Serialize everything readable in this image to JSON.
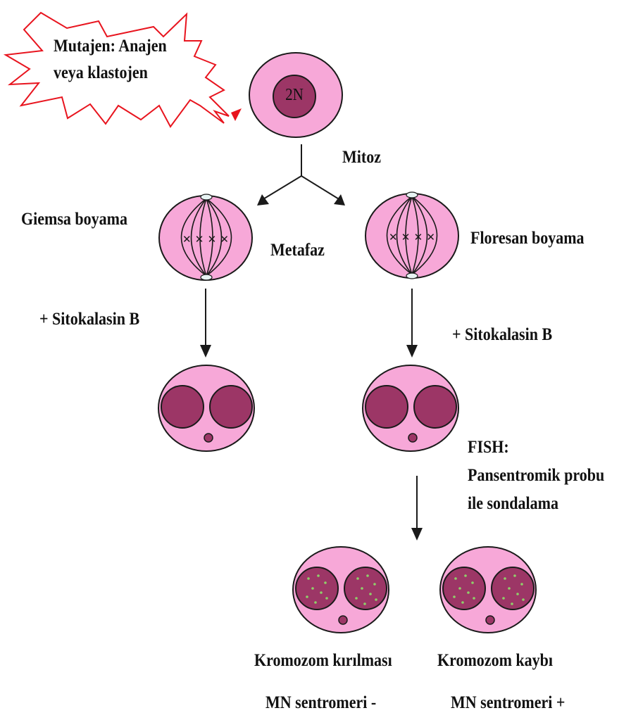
{
  "labels": {
    "mutagen_line1": "Mutajen: Anajen",
    "mutagen_line2": "veya klastojen",
    "nucleus_2n": "2N",
    "mitosis": "Mitoz",
    "giemsa": "Giemsa boyama",
    "metaphase": "Metafaz",
    "fluorescent": "Floresan boyama",
    "cytochalasin_left": "+ Sitokalasin B",
    "cytochalasin_right": "+ Sitokalasin B",
    "fish_line1": "FISH:",
    "fish_line2": "Pansentromik probu",
    "fish_line3": "ile sondalama",
    "chromosome_breakage": "Kromozom kırılması",
    "chromosome_loss": "Kromozom kaybı",
    "mn_centromere_negative": "MN sentromeri -",
    "mn_centromere_positive": "MN sentromeri +"
  },
  "colors": {
    "cell_fill": "#f7a8d8",
    "nucleus_fill": "#9c3666",
    "outline": "#1a1a1a",
    "burst_stroke": "#e8141e",
    "fish_signal": "#8fcf6a",
    "spindle_pole": "#e8f4f4"
  }
}
